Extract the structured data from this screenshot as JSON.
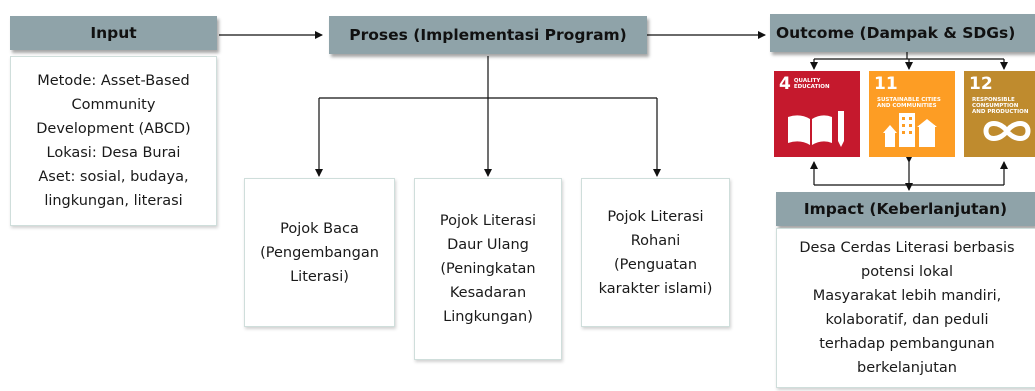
{
  "input": {
    "title": "Input",
    "lines": [
      "Metode: Asset-Based",
      "Community",
      "Development (ABCD)",
      "Lokasi: Desa Burai",
      "Aset: sosial, budaya,",
      "lingkungan, literasi"
    ]
  },
  "process": {
    "title": "Proses (Implementasi Program)",
    "items": [
      {
        "lines": [
          "Pojok Baca",
          "(Pengembangan",
          "Literasi)"
        ]
      },
      {
        "lines": [
          "Pojok Literasi",
          "Daur Ulang",
          "(Peningkatan",
          "Kesadaran",
          "Lingkungan)"
        ]
      },
      {
        "lines": [
          "Pojok Literasi",
          "Rohani",
          "(Penguatan",
          "karakter islami)"
        ]
      }
    ]
  },
  "outcome": {
    "title": "Outcome (Dampak & SDGs)",
    "sdgs": [
      {
        "number": "4",
        "label": "QUALITY\nEDUCATION",
        "color": "#c5192d",
        "icon": "book-pencil-icon"
      },
      {
        "number": "11",
        "label": "SUSTAINABLE CITIES\nAND COMMUNITIES",
        "color": "#fd9d24",
        "icon": "city-buildings-icon"
      },
      {
        "number": "12",
        "label": "RESPONSIBLE\nCONSUMPTION\nAND PRODUCTION",
        "color": "#bf8b2e",
        "icon": "infinity-loop-icon"
      }
    ]
  },
  "impact": {
    "title": "Impact (Keberlanjutan)",
    "lines": [
      "Desa Cerdas Literasi berbasis",
      "potensi lokal",
      "Masyarakat lebih mandiri,",
      "kolaboratif, dan peduli",
      "terhadap pembangunan",
      "berkelanjutan"
    ]
  },
  "colors": {
    "header_bg": "#8fa3a9",
    "box_border": "#cfdedb",
    "line": "#111111"
  }
}
